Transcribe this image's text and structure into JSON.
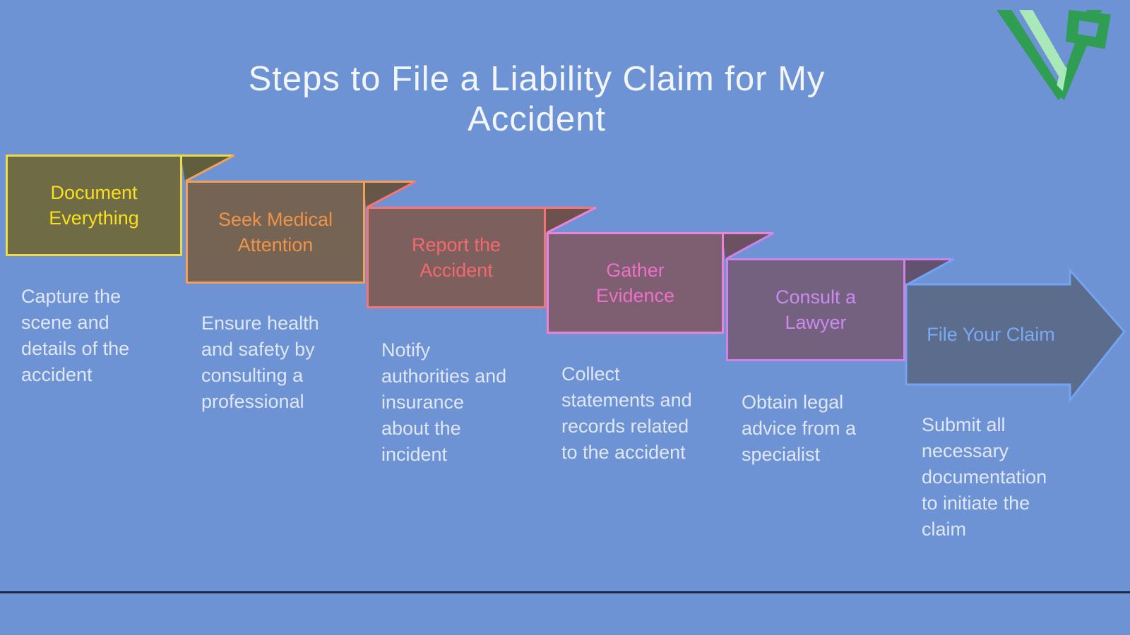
{
  "title": "Steps to File a Liability Claim for My\nAccident",
  "colors": {
    "background": "#6e93d4",
    "title_text": "#f2f6fb",
    "description_text": "#dfe7f6",
    "divider": "#20283e"
  },
  "logo": {
    "icon": "vp-logo",
    "dark_green": "#2f9e52",
    "light_green": "#a9e8b8"
  },
  "steps": [
    {
      "label": "Document\nEverything",
      "description": "Capture the\nscene and\ndetails of the\naccident",
      "fill": "#6f6b45",
      "fold_fill": "#615e3d",
      "border": "#ecdb4b",
      "label_color": "#f8e01f"
    },
    {
      "label": "Seek Medical\nAttention",
      "description": "Ensure health\nand safety by\nconsulting a\nprofessional",
      "fill": "#756353",
      "fold_fill": "#655648",
      "border": "#f0a05a",
      "label_color": "#ef9349"
    },
    {
      "label": "Report the\nAccident",
      "description": "Notify\nauthorities and\ninsurance\nabout the\nincident",
      "fill": "#7d5f5d",
      "fold_fill": "#6c514f",
      "border": "#f57577",
      "label_color": "#f4696e"
    },
    {
      "label": "Gather\nEvidence",
      "description": "Collect\nstatements and\nrecords related\nto the accident",
      "fill": "#7e5f72",
      "fold_fill": "#6c5162",
      "border": "#ee82d5",
      "label_color": "#ee6fc8"
    },
    {
      "label": "Consult a\nLawyer",
      "description": "Obtain legal\nadvice from a\nspecialist",
      "fill": "#746180",
      "fold_fill": "#62526f",
      "border": "#cc84ea",
      "label_color": "#c98bef"
    },
    {
      "label": "File Your Claim",
      "description": "Submit all\nnecessary\ndocumentation\nto initiate the\nclaim",
      "fill": "#5b6c8d",
      "fold_fill": "#5b6c8d",
      "border": "#74a3f2",
      "label_color": "#79aaf5"
    }
  ]
}
